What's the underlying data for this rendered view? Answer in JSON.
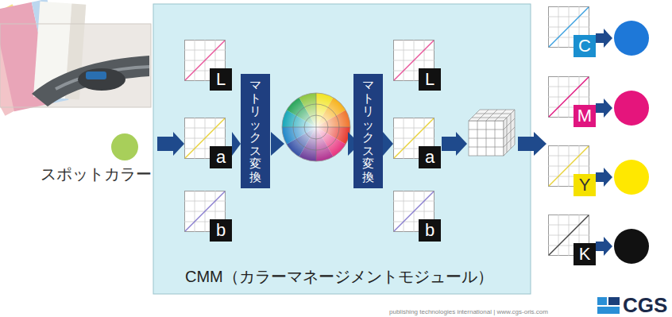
{
  "diagram": {
    "nodes": [
      {
        "text": [
          "スポットカラー"
        ]
      },
      {
        "text": [
          "CMM（カラーマネージメントモジュール）"
        ]
      },
      {
        "text": [
          "L"
        ],
        "in": 1
      },
      {
        "text": [
          "a"
        ],
        "in": 1
      },
      {
        "text": [
          "b"
        ],
        "in": 1
      },
      {
        "text": [
          "マトリックス変換"
        ],
        "in": 1
      },
      {
        "text": [
          "マトリックス変換"
        ],
        "in": 1
      },
      {
        "text": [
          "L"
        ],
        "in": 1
      },
      {
        "text": [
          "a"
        ],
        "in": 1
      },
      {
        "text": [
          "b"
        ],
        "in": 1
      },
      {
        "text": [
          "C"
        ]
      },
      {
        "text": [
          "M"
        ]
      },
      {
        "text": [
          "Y"
        ]
      },
      {
        "text": [
          "K"
        ]
      }
    ],
    "edges": [
      {
        "from": 0,
        "to": 3,
        "arrow": "to"
      },
      {
        "from": 3,
        "to": 5,
        "arrow": "to"
      },
      {
        "from": 6,
        "to": 8,
        "arrow": "to"
      }
    ],
    "labels": [
      "publishing technologies international | www.cgs-oris.com",
      "CGS"
    ]
  }
}
